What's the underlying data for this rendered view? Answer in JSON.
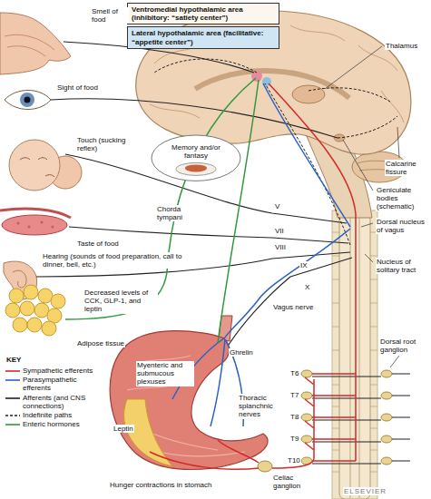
{
  "diagram": {
    "nodes": [
      {
        "text": [
          "Ventromedial hypothalamic area (inhibitory: “satiety center”)"
        ]
      },
      {
        "text": [
          "Lateral hypothalamic area (facilitative: “appetite center”)"
        ]
      },
      {
        "text": [
          "Memory and/or fantasy"
        ]
      }
    ],
    "labels": [
      "Smell of food",
      "Thalamus",
      "Sight of food",
      "Touch (sucking reflex)",
      "Calcarine fissure",
      "Geniculate bodies (schematic)",
      "V",
      "VII",
      "VIII",
      "IX",
      "X",
      "Chorda tympani",
      "Dorsal nucleus of vagus",
      "Taste of food",
      "Nucleus of solitary tract",
      "Hearing (sounds of food preparation, call to dinner, bell, etc.)",
      "Decreased levels of CCK, GLP-1, and leptin",
      "Vagus nerve",
      "Ghrelin",
      "Dorsal root ganglion",
      "Adipose tissue",
      "KEY",
      "Myenteric and submucous plexuses",
      "T6",
      "T7",
      "T8",
      "T9",
      "T10",
      "Thoracic splanchnic nerves",
      "Leptin",
      "Hunger contractions in stomach",
      "Celiac ganglion",
      "ELSEVIER"
    ],
    "legend": [
      {
        "text": "Sympathetic efferents"
      },
      {
        "text": "Parasympathetic efferents"
      },
      {
        "text": "Afferents (and CNS connections)"
      },
      {
        "text": "Indefinite paths"
      },
      {
        "text": "Enteric hormones"
      }
    ]
  }
}
